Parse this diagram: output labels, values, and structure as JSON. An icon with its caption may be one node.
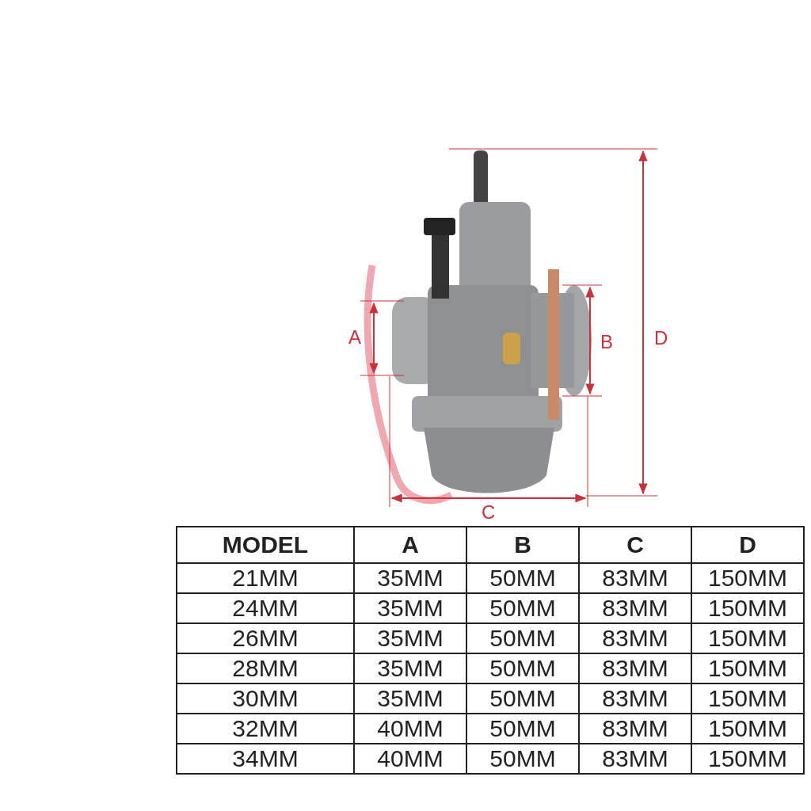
{
  "diagram": {
    "labels": [
      "A",
      "B",
      "D",
      "C",
      "MODEL",
      "A",
      "B",
      "C",
      "D",
      "21MM",
      "35MM",
      "50MM",
      "83MM",
      "150MM",
      "24MM",
      "35MM",
      "50MM",
      "83MM",
      "150MM",
      "26MM",
      "35MM",
      "50MM",
      "83MM",
      "150MM",
      "28MM",
      "35MM",
      "50MM",
      "83MM",
      "150MM",
      "30MM",
      "35MM",
      "50MM",
      "83MM",
      "150MM",
      "32MM",
      "40MM",
      "50MM",
      "83MM",
      "150MM",
      "34MM",
      "40MM",
      "50MM",
      "83MM",
      "150MM"
    ]
  }
}
